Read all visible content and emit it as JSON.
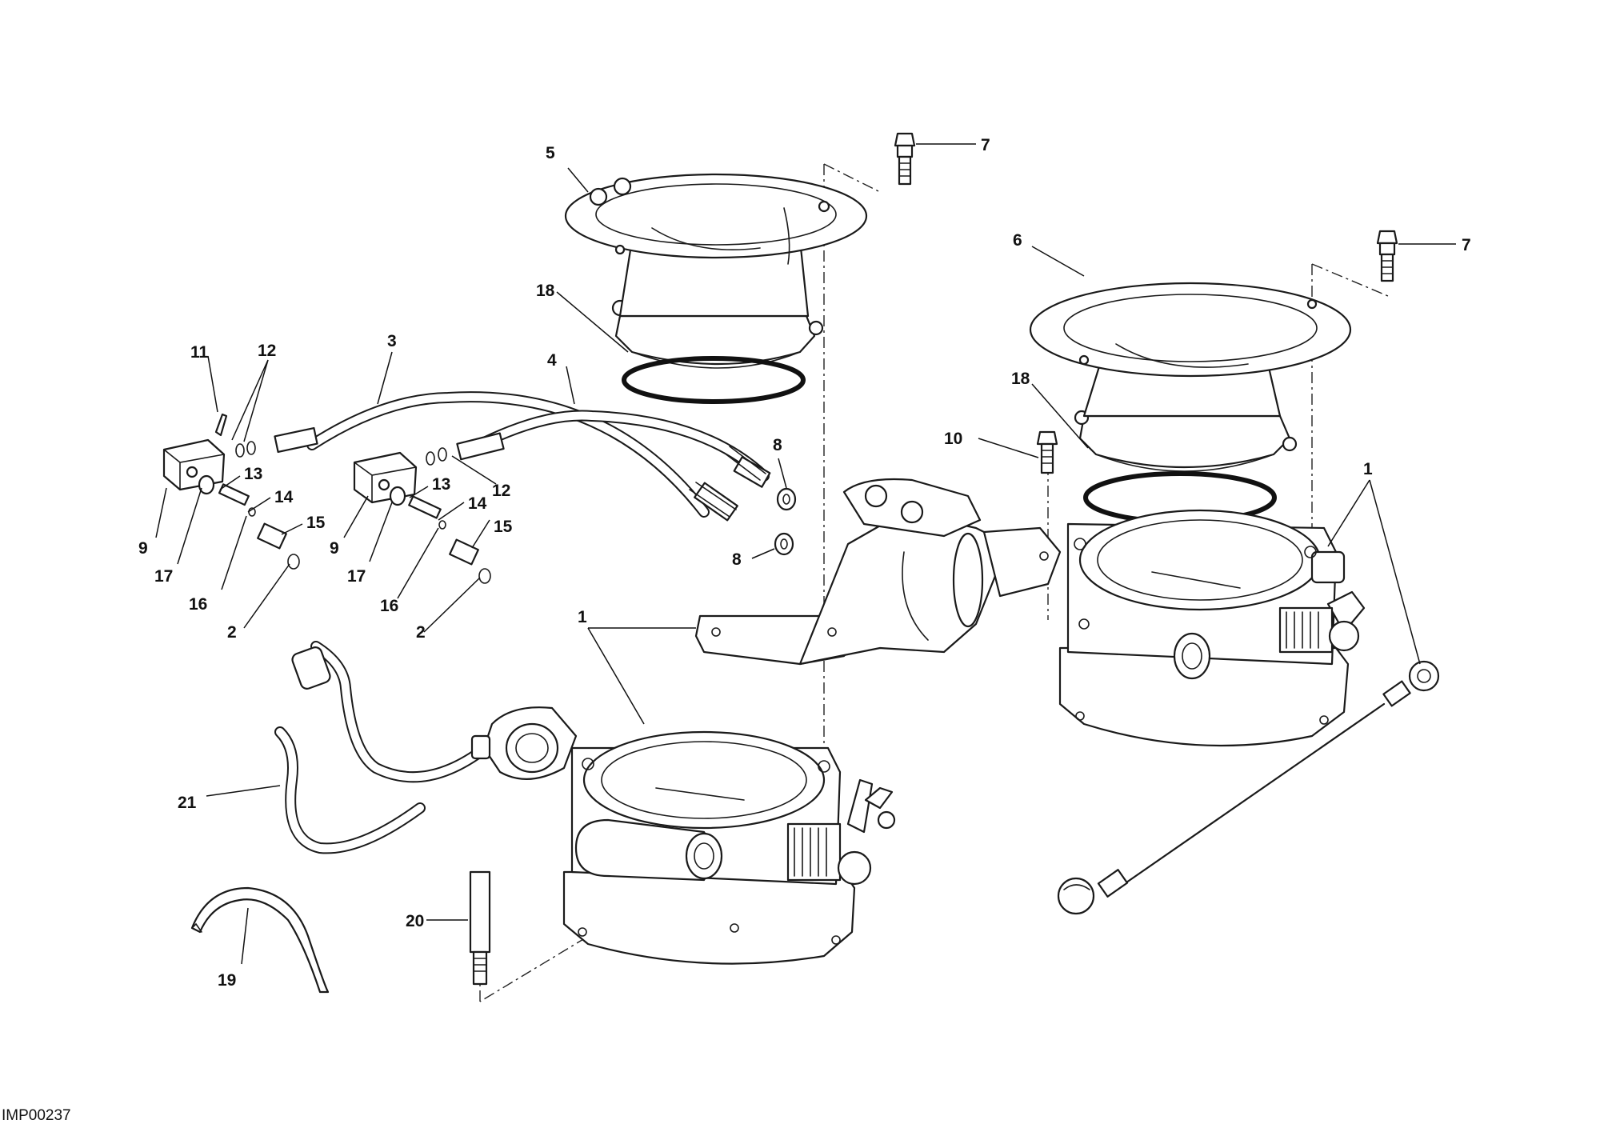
{
  "drawing_code": "IMP00237",
  "callouts": {
    "c1a": "1",
    "c1b": "1",
    "c2a": "2",
    "c2b": "2",
    "c3": "3",
    "c4": "4",
    "c5": "5",
    "c6": "6",
    "c7a": "7",
    "c7b": "7",
    "c8a": "8",
    "c8b": "8",
    "c9a": "9",
    "c9b": "9",
    "c10": "10",
    "c11": "11",
    "c12a": "12",
    "c12b": "12",
    "c13a": "13",
    "c13b": "13",
    "c14a": "14",
    "c14b": "14",
    "c15a": "15",
    "c15b": "15",
    "c16a": "16",
    "c16b": "16",
    "c17a": "17",
    "c17b": "17",
    "c18a": "18",
    "c18b": "18",
    "c19": "19",
    "c20": "20",
    "c21": "21"
  }
}
